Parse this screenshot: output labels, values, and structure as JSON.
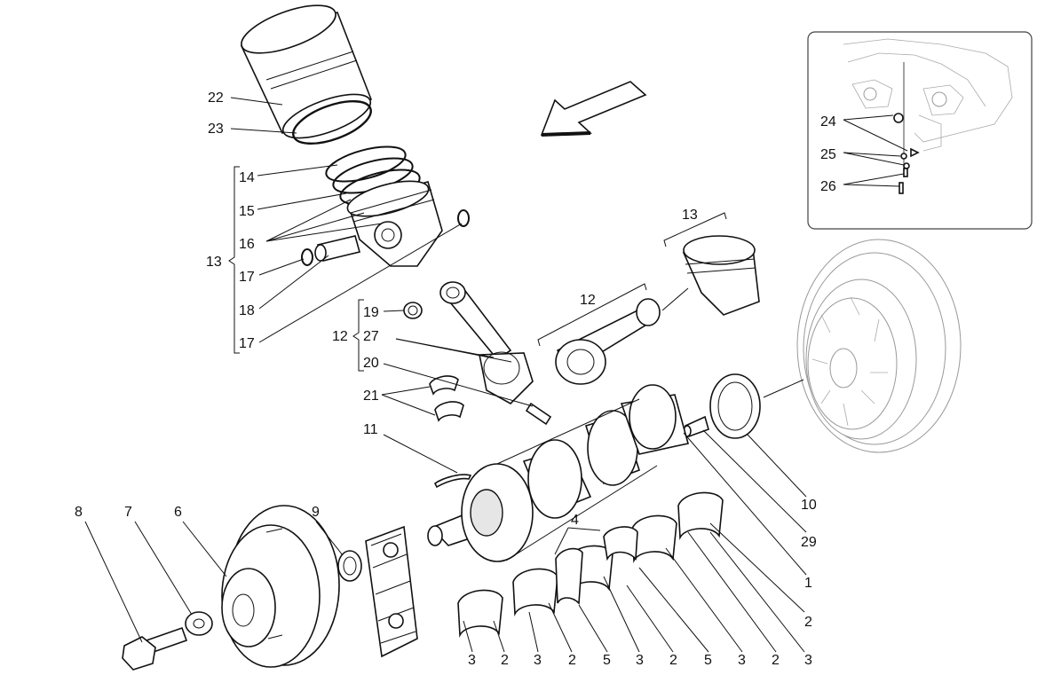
{
  "labels": {
    "l1": "1",
    "l2a": "2",
    "l2b": "2",
    "l2c": "2",
    "l2d": "2",
    "l2e": "2",
    "l3a": "3",
    "l3b": "3",
    "l3c": "3",
    "l3d": "3",
    "l3e": "3",
    "l4": "4",
    "l5a": "5",
    "l5b": "5",
    "l6": "6",
    "l7": "7",
    "l8": "8",
    "l9": "9",
    "l10": "10",
    "l11": "11",
    "l12a": "12",
    "l12b": "12",
    "l13a": "13",
    "l13b": "13",
    "l14": "14",
    "l15": "15",
    "l16": "16",
    "l17a": "17",
    "l17b": "17",
    "l18": "18",
    "l19": "19",
    "l20": "20",
    "l21": "21",
    "l22": "22",
    "l23": "23",
    "l24": "24",
    "l25": "25",
    "l26": "26",
    "l27": "27",
    "l29": "29"
  }
}
